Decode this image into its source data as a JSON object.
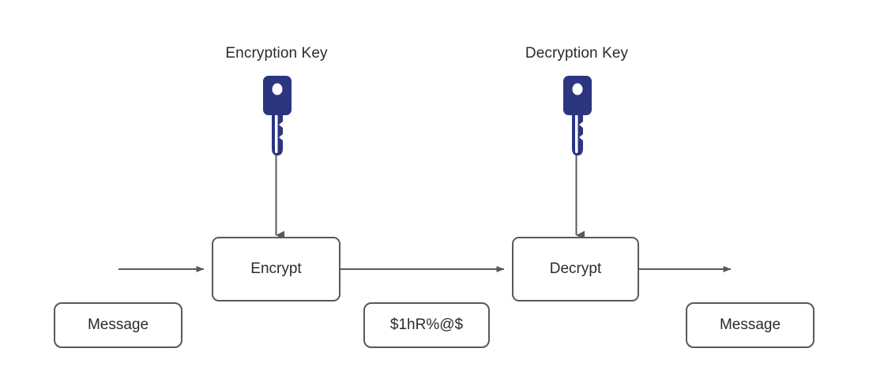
{
  "diagram": {
    "title": "Symmetric encryption and decryption flow",
    "background_color": "#ffffff",
    "stroke_color": "#595959",
    "text_color": "#2b2b2b",
    "key_color": "#2b3580",
    "key_hole_color": "#ffffff"
  },
  "labels": {
    "encryption_key": "Encryption Key",
    "decryption_key": "Decryption Key"
  },
  "nodes": {
    "encrypt": "Encrypt",
    "decrypt": "Decrypt",
    "message_in": "Message",
    "ciphertext": "$1hR%@$",
    "message_out": "Message"
  },
  "icons": {
    "encryption_key": "key-icon",
    "decryption_key": "key-icon",
    "flow_arrow": "arrow-right-icon",
    "key_arrow": "arrow-down-icon"
  },
  "arrows": [
    {
      "name": "message-in-to-encrypt",
      "direction": "right",
      "from": "Message",
      "to": "Encrypt"
    },
    {
      "name": "encrypt-to-decrypt",
      "direction": "right",
      "from": "Encrypt",
      "to": "Decrypt"
    },
    {
      "name": "decrypt-to-message-out",
      "direction": "right",
      "from": "Decrypt",
      "to": "Message"
    },
    {
      "name": "encryption-key-to-encrypt",
      "direction": "down",
      "from": "Encryption Key",
      "to": "Encrypt"
    },
    {
      "name": "decryption-key-to-decrypt",
      "direction": "down",
      "from": "Decryption Key",
      "to": "Decrypt"
    }
  ]
}
